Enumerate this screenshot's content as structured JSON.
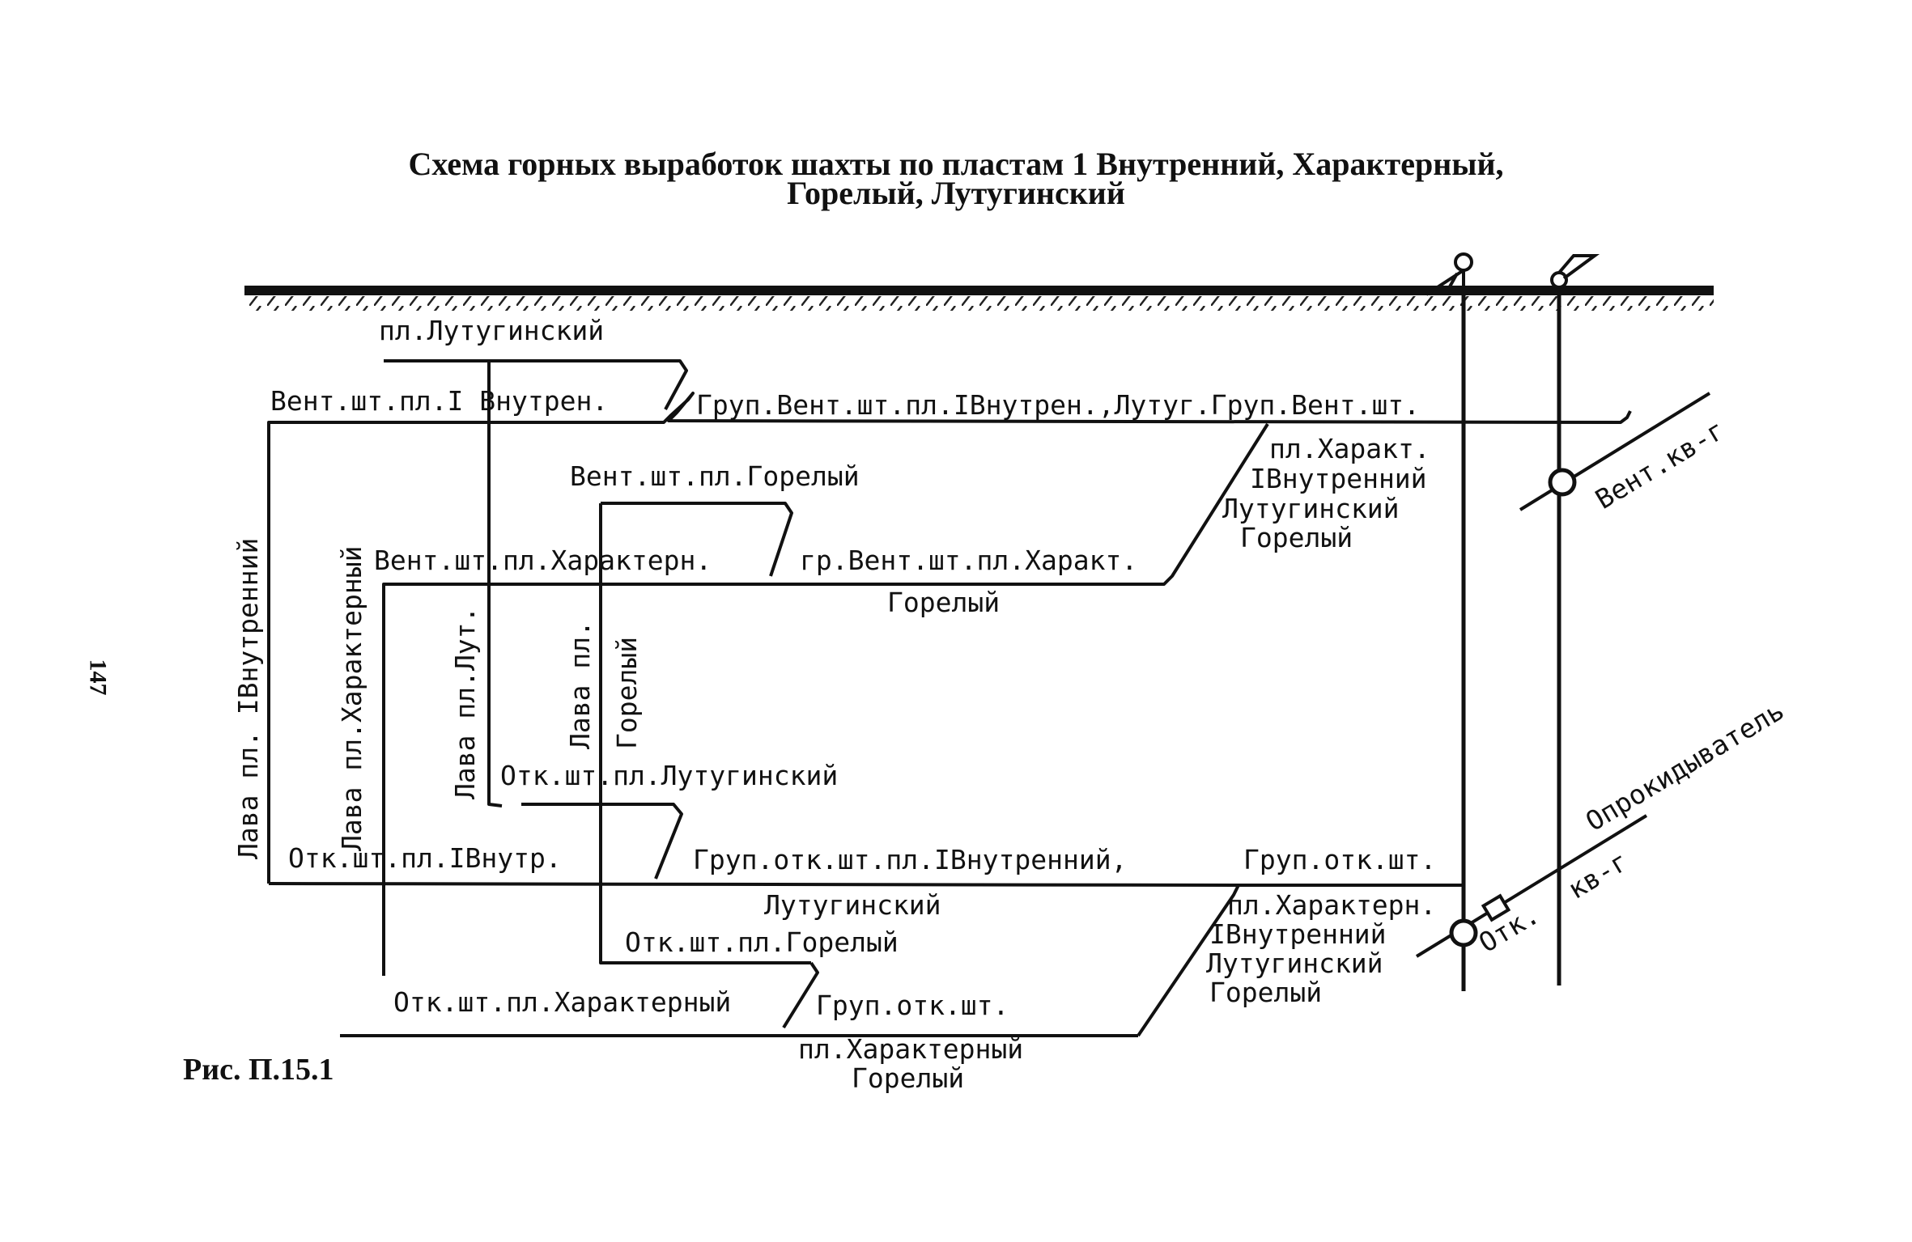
{
  "title": {
    "line1": "Схема горных выработок шахты по пластам 1 Внутренний, Характерный,",
    "line2": "Горелый, Лутугинский"
  },
  "page_number": "147",
  "figure_caption": "Рис. П.15.1",
  "labels": {
    "lutug_seam": "пл.Лутугинский",
    "vent_1vnutr": "Вент.шт.пл.I Внутрен.",
    "group_vent_main": "Груп.Вент.шт.пл.IВнутрен.,Лутуг.Груп.Вент.шт.",
    "vent_gorely": "Вент.шт.пл.Горелый",
    "seams_vent_1": "пл.Характ.",
    "seams_vent_2": "IВнутренний",
    "seams_vent_3": "Лутугинский",
    "seams_vent_4": "Горелый",
    "vent_kv": "Вент.кв-г",
    "vent_harakt": "Вент.шт.пл.Характерн.",
    "gr_vent_harakt": "гр.Вент.шт.пл.Характ.",
    "gorely_under": "Горелый",
    "lava_1vnutr": "Лава пл. IВнутренний",
    "lava_harakt": "Лава пл.Характерный",
    "lava_lut": "Лава пл.Лут.",
    "lava_gorely_1": "Лава пл.",
    "lava_gorely_2": "Горелый",
    "otk_lutug": "Отк.шт.пл.Лутугинский",
    "otk_1vnutr": "Отк.шт.пл.IВнутр.",
    "group_otk_main": "Груп.отк.шт.пл.IВнутренний,",
    "lutug_under": "Лутугинский",
    "group_otk_right": "Груп.отк.шт.",
    "seams_otk_1": "пл.Характерн.",
    "seams_otk_2": "IВнутренний",
    "seams_otk_3": "Лутугинский",
    "seams_otk_4": "Горелый",
    "otk_gorely": "Отк.шт.пл.Горелый",
    "otk_harakt": "Отк.шт.пл.Характерный",
    "group_otk_bottom": "Груп.отк.шт.",
    "harakt_under": "пл.Характерный",
    "gorely_bottom": "Горелый",
    "oprokid": "Опрокидыватель",
    "otk_kv_1": "Отк.",
    "otk_kv_2": "кв-г"
  }
}
